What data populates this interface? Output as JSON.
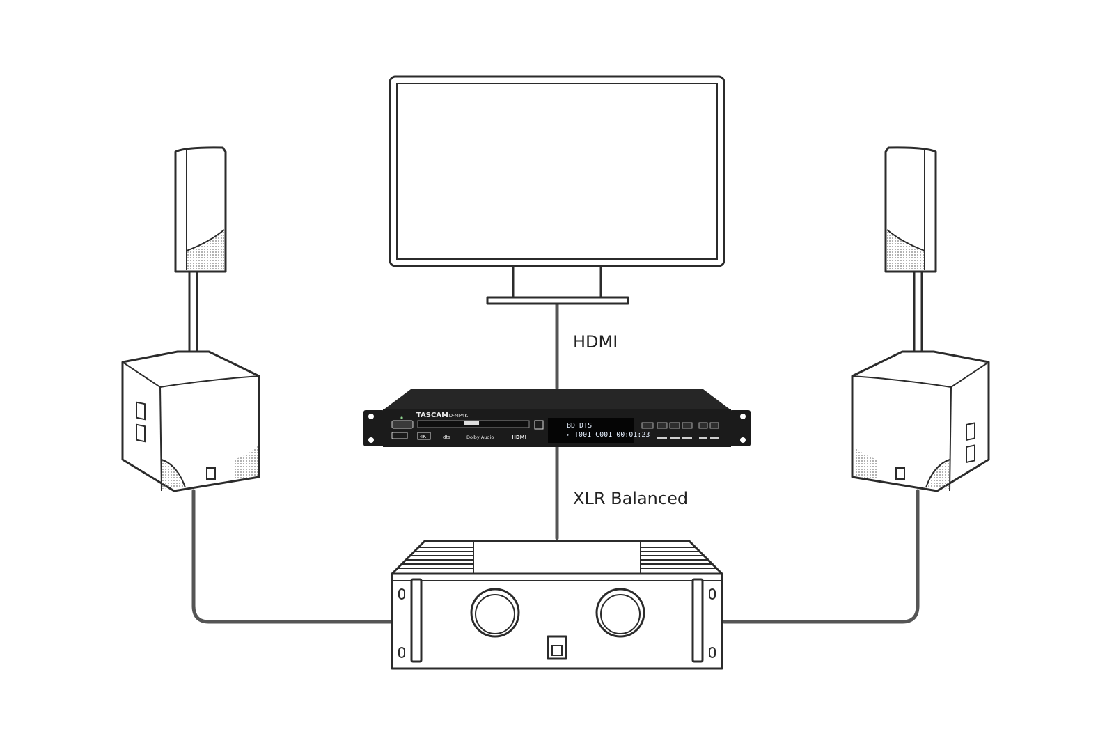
{
  "connections": {
    "hdmi_label": "HDMI",
    "xlr_label": "XLR Balanced"
  },
  "player": {
    "brand": "TASCAM",
    "model": "BD-MP4K",
    "badge_4k": "4K",
    "logo_dolby": "Dolby Audio",
    "logo_hdmi": "HDMI",
    "display_line1": "BD   DTS",
    "display_line2": "▸ T001 C001 00:01:23"
  },
  "colors": {
    "line_art": "#2b2b2b",
    "cable": "#555555",
    "player_body": "#1b1b1b",
    "background": "#ffffff"
  }
}
